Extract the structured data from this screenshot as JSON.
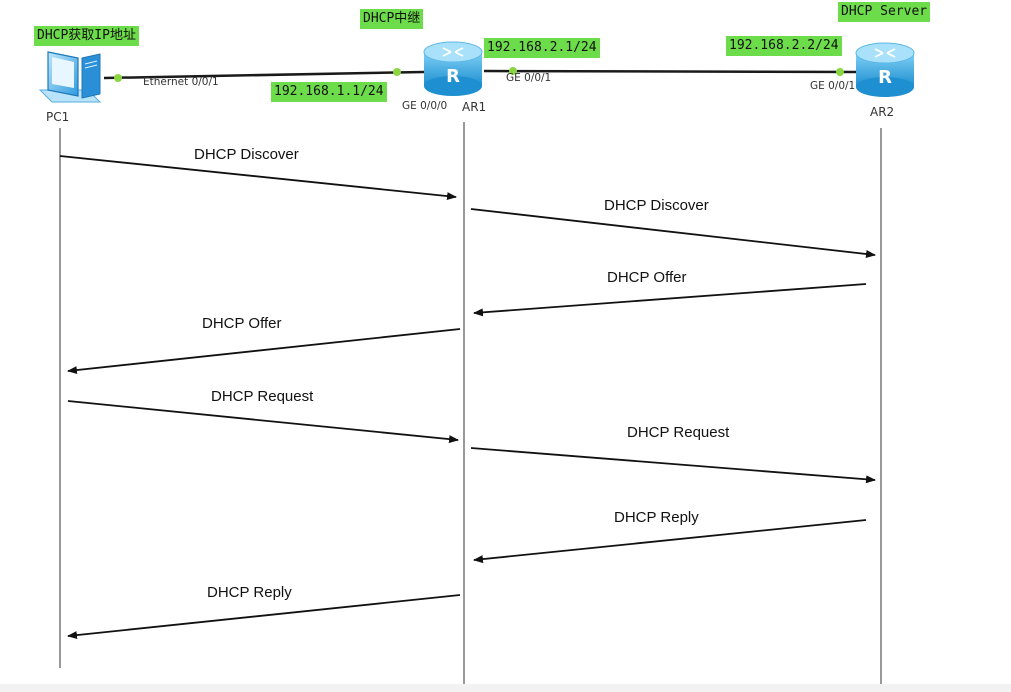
{
  "tags": {
    "pc_role": "DHCP获取IP地址",
    "relay_role": "DHCP中继",
    "server_role": "DHCP Server",
    "ar1_g000_ip": "192.168.1.1/24",
    "ar1_g001_ip": "192.168.2.1/24",
    "ar2_g001_ip": "192.168.2.2/24"
  },
  "nodes": {
    "pc1": "PC1",
    "ar1": "AR1",
    "ar2": "AR2",
    "router_glyph": "R"
  },
  "ports": {
    "pc1_eth": "Ethernet 0/0/1",
    "ar1_g000": "GE 0/0/0",
    "ar1_g001": "GE 0/0/1",
    "ar2_g001": "GE 0/0/1"
  },
  "messages": [
    {
      "label": "DHCP Discover",
      "direction": "right"
    },
    {
      "label": "DHCP Discover",
      "direction": "right"
    },
    {
      "label": "DHCP Offer",
      "direction": "left"
    },
    {
      "label": "DHCP Offer",
      "direction": "left"
    },
    {
      "label": "DHCP Request",
      "direction": "right"
    },
    {
      "label": "DHCP Request",
      "direction": "right"
    },
    {
      "label": "DHCP Reply",
      "direction": "left"
    },
    {
      "label": "DHCP Reply",
      "direction": "left"
    }
  ],
  "colors": {
    "tag_bg": "#6cdc4a",
    "router": "#3fb3e8",
    "link": "#1a1a1a",
    "port_dot": "#8bd442"
  }
}
